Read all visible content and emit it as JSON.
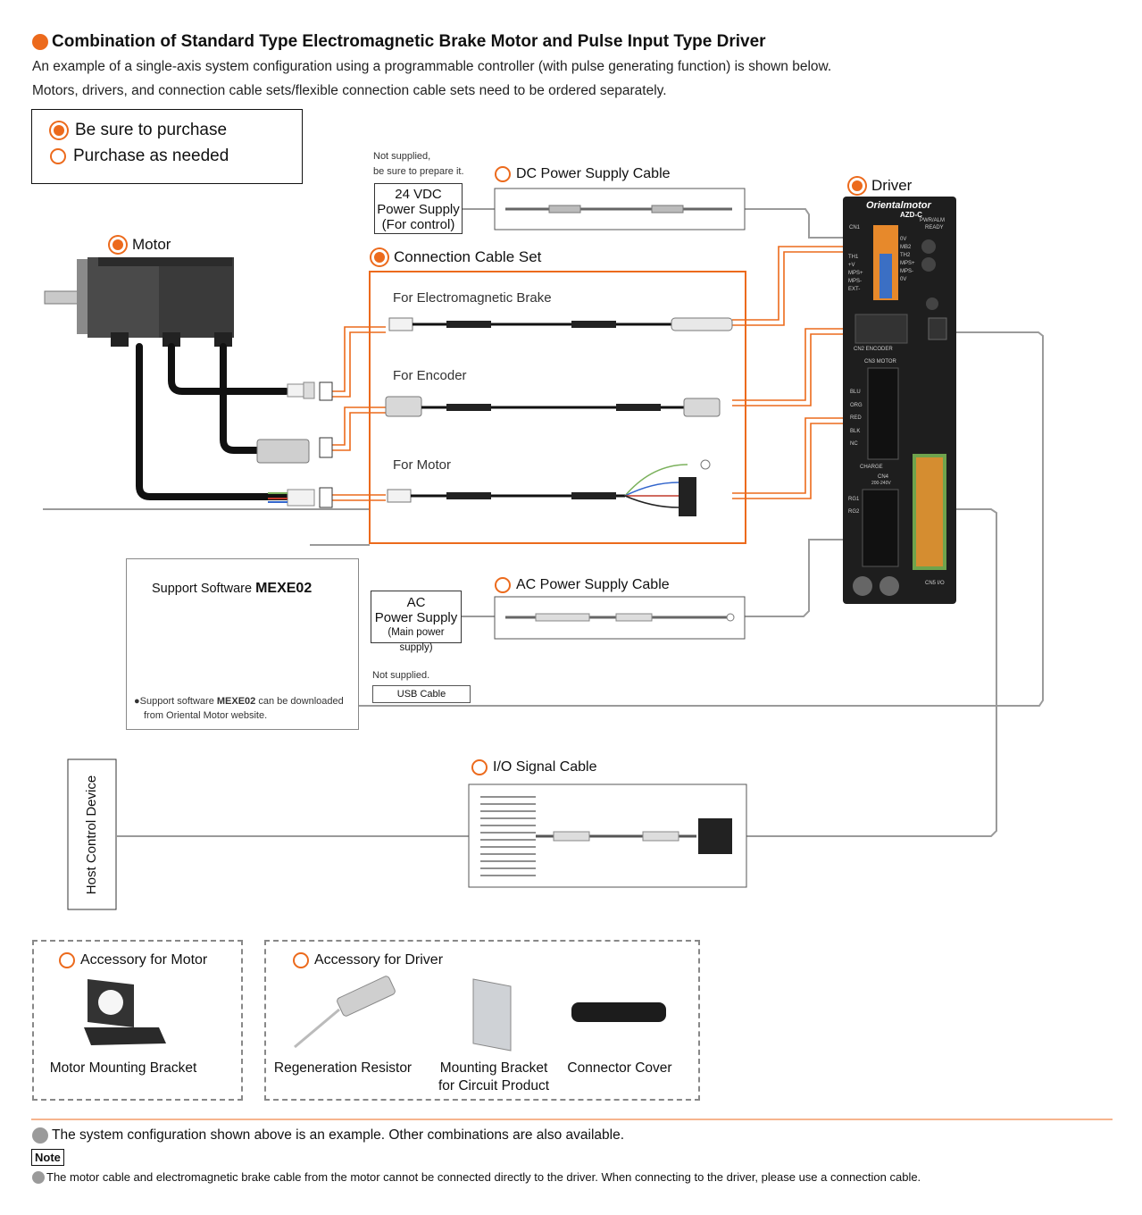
{
  "header": {
    "title": "Combination of Standard Type Electromagnetic Brake Motor and Pulse Input Type Driver",
    "line1": "An example of a single-axis system configuration using a programmable controller (with pulse generating function) is shown below.",
    "line2": "Motors, drivers, and connection cable sets/flexible connection cable sets need to be ordered separately."
  },
  "legend": {
    "purchase": "Be sure to purchase",
    "optional": "Purchase as needed"
  },
  "labels": {
    "motor": "Motor",
    "driver": "Driver",
    "dc_cable": "DC Power Supply Cable",
    "connection_set": "Connection Cable Set",
    "brake": "For Electromagnetic Brake",
    "encoder": "For Encoder",
    "for_motor": "For Motor",
    "ac_cable": "AC Power Supply Cable",
    "io_cable": "I/O Signal Cable",
    "host": "Host Control Device",
    "not_supplied_prepare_1": "Not supplied,",
    "not_supplied_prepare_2": "be sure to prepare it.",
    "dc_supply_1": "24 VDC",
    "dc_supply_2": "Power Supply",
    "dc_supply_3": "(For control)",
    "ac_supply_1": "AC",
    "ac_supply_2": "Power Supply",
    "ac_supply_3": "(Main power supply)",
    "not_supplied": "Not supplied.",
    "usb": "USB Cable",
    "software_prefix": "Support Software ",
    "software_name": "MEXE02",
    "software_note_prefix": "Support software ",
    "software_note_name": "MEXE02",
    "software_note_suffix": " can be downloaded",
    "software_note_line2": "from Oriental Motor website."
  },
  "driver_panel": {
    "brand": "Orientalmotor",
    "model": "AZD-C",
    "pwr": "PWR/ALM",
    "ready": "READY",
    "cn1": "CN1",
    "cn1_left": [
      "TH1",
      "+V",
      "MPS+",
      "MPS-",
      "EXT-"
    ],
    "cn1_right": [
      "0V",
      "MB2",
      "TH2",
      "MPS+",
      "MPS-",
      "0V"
    ],
    "cn2": "CN2 ENCODER",
    "cn3": "CN3 MOTOR",
    "cn3_pins": [
      "BLU",
      "ORG",
      "RED",
      "BLK",
      "NC"
    ],
    "charge": "CHARGE",
    "cn4": "CN4",
    "cn4_v": "200-240V",
    "rg1": "RG1",
    "rg2": "RG2",
    "cn5": "CN5 I/O"
  },
  "accessories": {
    "motor_title": "Accessory for Motor",
    "driver_title": "Accessory for Driver",
    "bracket": "Motor Mounting Bracket",
    "resistor": "Regeneration Resistor",
    "circuit_bracket_1": "Mounting Bracket",
    "circuit_bracket_2": "for Circuit Product",
    "cover": "Connector Cover"
  },
  "footer": {
    "note_main": "The system configuration shown above is an example. Other combinations are also available.",
    "note_tag": "Note",
    "note_text": "The motor cable and electromagnetic brake cable from the motor cannot be connected directly to the driver. When connecting to the driver, please use a connection cable."
  },
  "colors": {
    "accent": "#ec6a1c",
    "wire": "#9a9a9a",
    "band": "#eeeeee"
  }
}
